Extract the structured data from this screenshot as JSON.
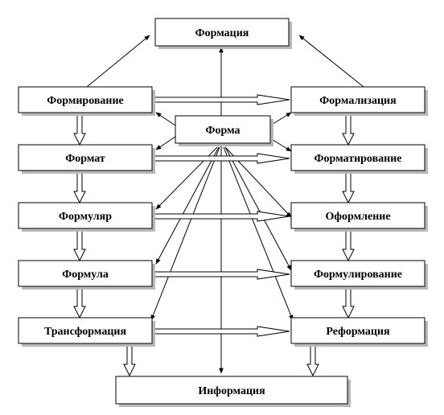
{
  "diagram": {
    "nodes": {
      "formatsiya": "Формация",
      "formirovanie": "Формирование",
      "formalizatsiya": "Формализация",
      "forma": "Форма",
      "format": "Формат",
      "formatirovanie": "Форматирование",
      "formulyar": "Формуляр",
      "oformlenie": "Оформление",
      "formula": "Формула",
      "formulirovanie": "Формулирование",
      "transformatsiya": "Трансформация",
      "reformatsiya": "Реформация",
      "informatsiya": "Информация"
    },
    "colors": {
      "line": "#000000",
      "box": "#ffffff",
      "shadow": "#b8b8b8"
    }
  }
}
